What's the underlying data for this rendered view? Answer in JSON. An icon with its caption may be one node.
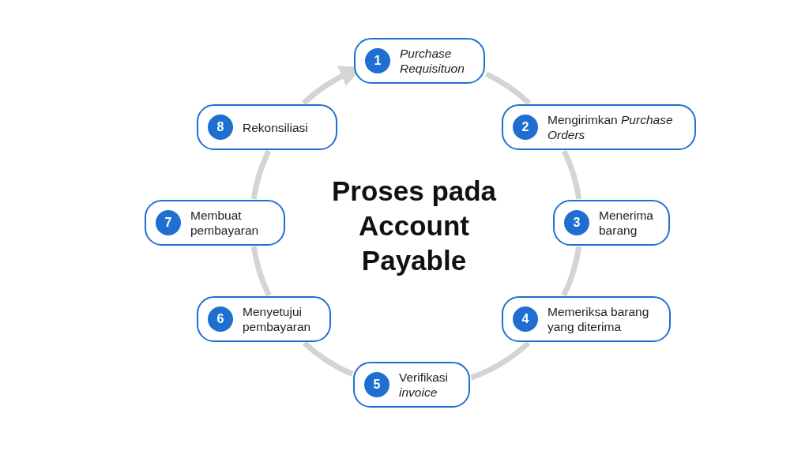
{
  "diagram": {
    "title": "Proses pada Account Payable",
    "nodes": [
      {
        "text": [
          "1",
          "*Purchase Requisituon*"
        ]
      },
      {
        "text": [
          "2",
          "Mengirimkan *Purchase Orders*"
        ]
      },
      {
        "text": [
          "3",
          "Menerima barang"
        ]
      },
      {
        "text": [
          "4",
          "Memeriksa barang yang diterima"
        ]
      },
      {
        "text": [
          "5",
          "Verifikasi *invoice*"
        ]
      },
      {
        "text": [
          "6",
          "Menyetujui pembayaran"
        ]
      },
      {
        "text": [
          "7",
          "Membuat pembayaran"
        ]
      },
      {
        "text": [
          "8",
          "Rekonsiliasi"
        ]
      }
    ],
    "edges": [
      {
        "from": 0,
        "to": 1,
        "arrow": "none"
      },
      {
        "from": 1,
        "to": 2,
        "arrow": "none"
      },
      {
        "from": 2,
        "to": 3,
        "arrow": "none"
      },
      {
        "from": 3,
        "to": 4,
        "arrow": "none"
      },
      {
        "from": 4,
        "to": 5,
        "arrow": "none"
      },
      {
        "from": 5,
        "to": 6,
        "arrow": "none"
      },
      {
        "from": 6,
        "to": 7,
        "arrow": "none"
      },
      {
        "from": 7,
        "to": 0,
        "arrow": "to"
      }
    ]
  }
}
